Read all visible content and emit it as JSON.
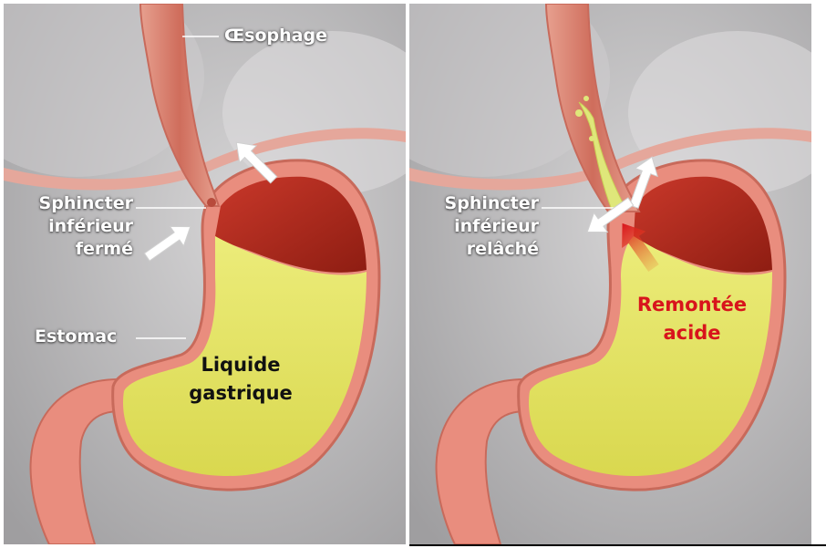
{
  "left_panel": {
    "oesophagus_label": "Œsophage",
    "sphincter_label": [
      "Sphincter",
      "inférieur",
      "fermé"
    ],
    "stomach_label": "Estomac",
    "liquid_label": [
      "Liquide",
      "gastrique"
    ]
  },
  "right_panel": {
    "sphincter_label": [
      "Sphincter",
      "inférieur",
      "relâché"
    ],
    "reflux_label": [
      "Remontée",
      "acide"
    ]
  },
  "colors": {
    "background": "#b9b8b9",
    "stomach_wall": "#e98d7e",
    "liquid": "#e4e467",
    "mucosa": "#b02a1c",
    "reflux_arrow": "#d8141c",
    "label_text": "#ffffff"
  },
  "icons": [
    "white-arrow-icon",
    "red-arrow-icon"
  ]
}
